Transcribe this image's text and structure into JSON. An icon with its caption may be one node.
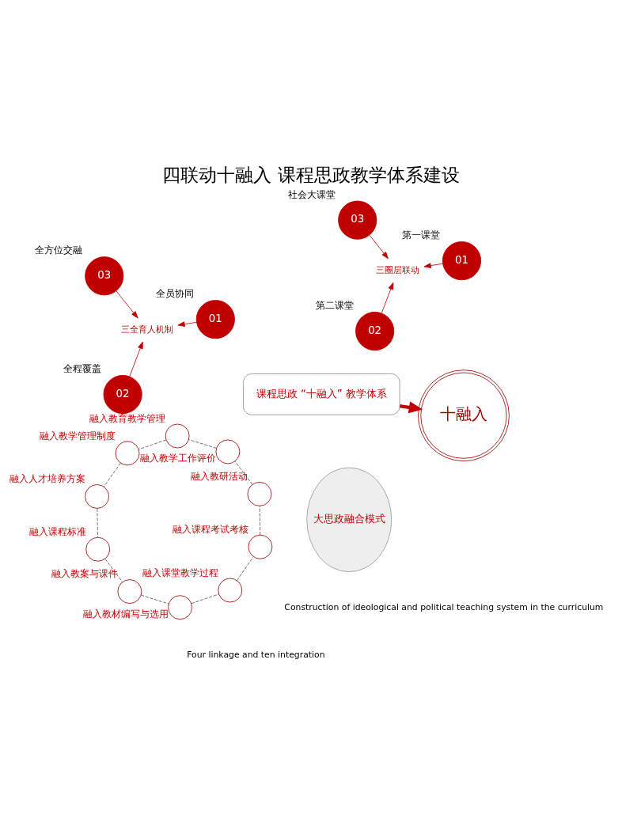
{
  "diagram": {
    "title": "四联动十融入 课程思政教学体系建设",
    "nodes": [
      {
        "text": [
          "大思政融合模式"
        ]
      },
      {
        "text": [
          "三全育人机制"
        ]
      },
      {
        "text": [
          "01"
        ],
        "beside": [
          "全员协同"
        ]
      },
      {
        "text": [
          "02"
        ],
        "beside": [
          "全程覆盖"
        ]
      },
      {
        "text": [
          "03"
        ],
        "beside": [
          "全方位交融"
        ]
      },
      {
        "text": [
          "三圈层联动"
        ]
      },
      {
        "text": [
          "01"
        ],
        "beside": [
          "第一课堂"
        ]
      },
      {
        "text": [
          "02"
        ],
        "beside": [
          "第二课堂"
        ]
      },
      {
        "text": [
          "03"
        ],
        "beside": [
          "社会大课堂"
        ]
      },
      {
        "text": [
          "课程思政 “十融入” 教学体系"
        ]
      },
      {
        "text": [
          "十融入"
        ]
      },
      {
        "text": [],
        "shape": "circle",
        "beside": [
          "融入课程考试考核"
        ]
      },
      {
        "text": [],
        "shape": "circle",
        "beside": [
          "融入教研活动"
        ]
      },
      {
        "text": [],
        "shape": "circle",
        "beside": [
          "融入教学工作评价"
        ]
      },
      {
        "text": [],
        "shape": "circle",
        "beside": [
          "融入教育教学管理"
        ]
      },
      {
        "text": [],
        "shape": "circle",
        "beside": [
          "融入教学管理制度"
        ]
      },
      {
        "text": [],
        "shape": "circle",
        "beside": [
          "融入人才培养方案"
        ]
      },
      {
        "text": [],
        "shape": "circle",
        "beside": [
          "融入课程标准"
        ]
      },
      {
        "text": [],
        "shape": "circle",
        "beside": [
          "融入教案与课件"
        ]
      },
      {
        "text": [],
        "shape": "circle",
        "beside": [
          "融入教材编写与选用"
        ]
      },
      {
        "text": [],
        "shape": "circle",
        "beside": [
          "融入课堂教学过程"
        ]
      }
    ],
    "edges": [
      {
        "from": 2,
        "to": 1,
        "arrow": "to",
        "color": "#c00000"
      },
      {
        "from": 3,
        "to": 1,
        "arrow": "to",
        "color": "#c00000"
      },
      {
        "from": 4,
        "to": 1,
        "arrow": "to",
        "color": "#c00000"
      },
      {
        "from": 6,
        "to": 5,
        "arrow": "to",
        "color": "#c00000"
      },
      {
        "from": 7,
        "to": 5,
        "arrow": "to",
        "color": "#c00000"
      },
      {
        "from": 8,
        "to": 5,
        "arrow": "to",
        "color": "#c00000"
      },
      {
        "from": 9,
        "to": 10,
        "arrow": "to",
        "style": "thick",
        "color": "#c00000"
      },
      {
        "from": 11,
        "to": 12,
        "arrow": "none",
        "style": "dashed",
        "color": "#555555"
      },
      {
        "from": 12,
        "to": 13,
        "arrow": "none",
        "style": "dashed",
        "color": "#555555"
      },
      {
        "from": 13,
        "to": 14,
        "arrow": "none",
        "style": "dashed",
        "color": "#555555"
      },
      {
        "from": 14,
        "to": 15,
        "arrow": "none",
        "style": "dashed",
        "color": "#555555"
      },
      {
        "from": 15,
        "to": 16,
        "arrow": "none",
        "style": "dashed",
        "color": "#555555"
      },
      {
        "from": 16,
        "to": 17,
        "arrow": "none",
        "style": "dashed",
        "color": "#555555"
      },
      {
        "from": 17,
        "to": 18,
        "arrow": "none",
        "style": "dashed",
        "color": "#555555"
      },
      {
        "from": 18,
        "to": 19,
        "arrow": "none",
        "style": "dashed",
        "color": "#555555"
      },
      {
        "from": 19,
        "to": 20,
        "arrow": "none",
        "style": "dashed",
        "color": "#555555"
      },
      {
        "from": 20,
        "to": 11,
        "arrow": "none",
        "style": "dashed",
        "color": "#555555"
      }
    ],
    "labels": [
      "Four linkage and ten integration",
      "Construction of ideological and political teaching system in the curriculum"
    ]
  }
}
